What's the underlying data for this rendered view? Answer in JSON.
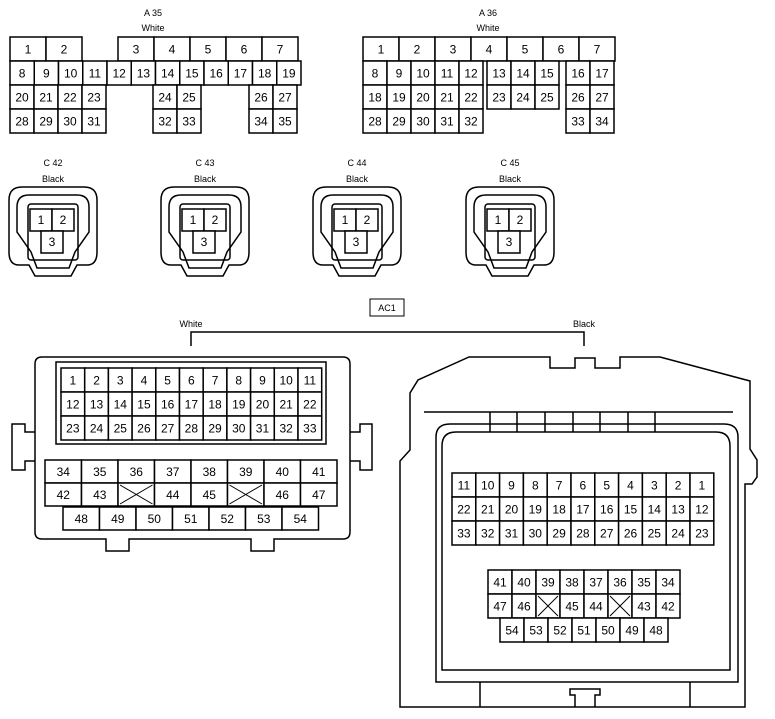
{
  "connectors": {
    "A35": {
      "name": "A 35",
      "color": "White",
      "rows": [
        [
          "1",
          "2",
          "",
          "3",
          "4",
          "5",
          "6",
          "7"
        ],
        [
          "8",
          "9",
          "10",
          "11",
          "12",
          "13",
          "14",
          "15",
          "16",
          "17",
          "18",
          "19"
        ],
        [
          "20",
          "21",
          "22",
          "23",
          "24",
          "25",
          "26",
          "27"
        ],
        [
          "28",
          "29",
          "30",
          "31",
          "32",
          "33",
          "34",
          "35"
        ]
      ]
    },
    "A36": {
      "name": "A 36",
      "color": "White",
      "rows": [
        [
          "1",
          "2",
          "3",
          "4",
          "5",
          "6",
          "7"
        ],
        [
          "8",
          "9",
          "10",
          "11",
          "12",
          "13",
          "14",
          "15",
          "16",
          "17"
        ],
        [
          "18",
          "19",
          "20",
          "21",
          "22",
          "23",
          "24",
          "25",
          "26",
          "27"
        ],
        [
          "28",
          "29",
          "30",
          "31",
          "32",
          "33",
          "34"
        ]
      ]
    },
    "C42": {
      "name": "C 42",
      "color": "Black",
      "pins": [
        "1",
        "2",
        "3"
      ]
    },
    "C43": {
      "name": "C 43",
      "color": "Black",
      "pins": [
        "1",
        "2",
        "3"
      ]
    },
    "C44": {
      "name": "C 44",
      "color": "Black",
      "pins": [
        "1",
        "2",
        "3"
      ]
    },
    "C45": {
      "name": "C 45",
      "color": "Black",
      "pins": [
        "1",
        "2",
        "3"
      ]
    },
    "AC1": {
      "name": "AC1",
      "left_color": "White",
      "right_color": "Black",
      "left_top": [
        [
          "1",
          "2",
          "3",
          "4",
          "5",
          "6",
          "7",
          "8",
          "9",
          "10",
          "11"
        ],
        [
          "12",
          "13",
          "14",
          "15",
          "16",
          "17",
          "18",
          "19",
          "20",
          "21",
          "22"
        ],
        [
          "23",
          "24",
          "25",
          "26",
          "27",
          "28",
          "29",
          "30",
          "31",
          "32",
          "33"
        ]
      ],
      "left_bottom": [
        [
          "34",
          "35",
          "36",
          "37",
          "38",
          "39",
          "40",
          "41"
        ],
        [
          "42",
          "43",
          "",
          "44",
          "45",
          "",
          "46",
          "47"
        ],
        [
          "48",
          "49",
          "50",
          "51",
          "52",
          "53",
          "54"
        ]
      ],
      "right_top": [
        [
          "11",
          "10",
          "9",
          "8",
          "7",
          "6",
          "5",
          "4",
          "3",
          "2",
          "1"
        ],
        [
          "22",
          "21",
          "20",
          "19",
          "18",
          "17",
          "16",
          "15",
          "14",
          "13",
          "12"
        ],
        [
          "33",
          "32",
          "31",
          "30",
          "29",
          "28",
          "27",
          "26",
          "25",
          "24",
          "23"
        ]
      ],
      "right_bottom": [
        [
          "41",
          "40",
          "39",
          "38",
          "37",
          "36",
          "35",
          "34"
        ],
        [
          "47",
          "46",
          "",
          "45",
          "44",
          "",
          "43",
          "42"
        ],
        [
          "54",
          "53",
          "52",
          "51",
          "50",
          "49",
          "48"
        ]
      ]
    }
  },
  "colors": {
    "line": "#000000",
    "background": "#ffffff"
  }
}
